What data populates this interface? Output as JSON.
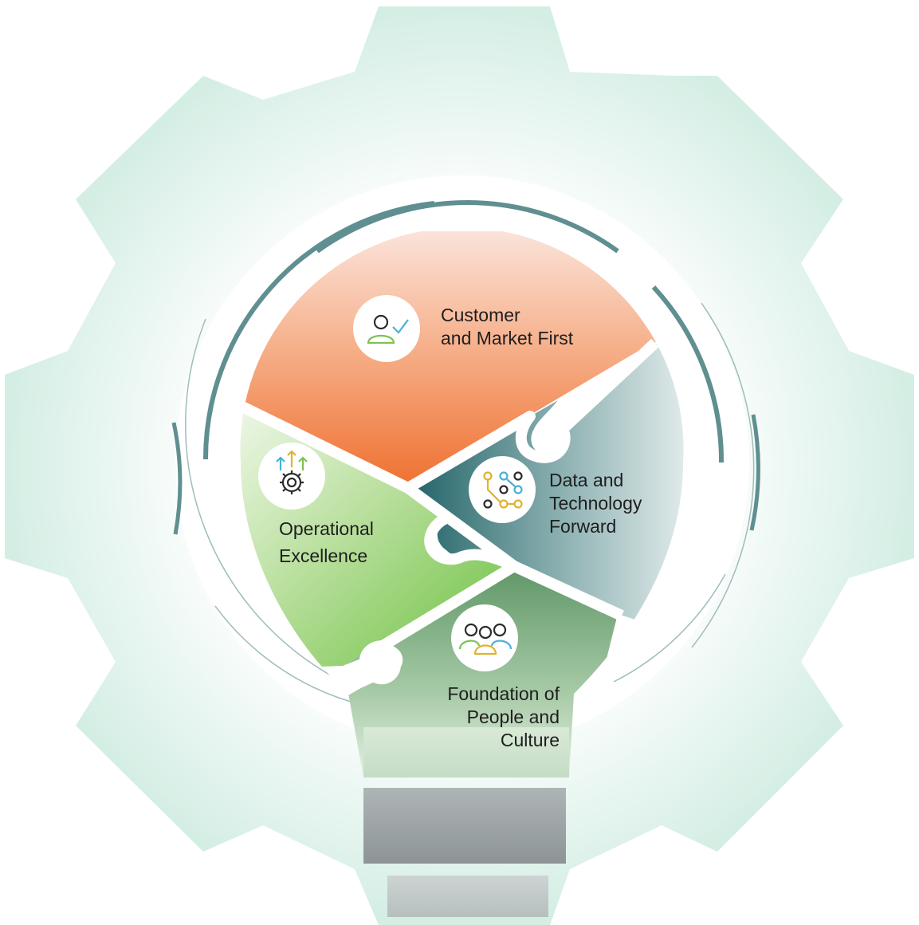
{
  "diagram": {
    "pillars": [
      {
        "id": "customer",
        "label": "Customer\nand Market First",
        "icon": "person-check-icon",
        "color": "#f07a3e"
      },
      {
        "id": "data",
        "label": "Data and\nTechnology\nForward",
        "icon": "network-nodes-icon",
        "color": "#3f7f83"
      },
      {
        "id": "operational",
        "label": "Operational\nExcellence",
        "icon": "gear-arrows-icon",
        "color": "#7cc254"
      },
      {
        "id": "people",
        "label": "Foundation of\nPeople and\nCulture",
        "icon": "people-group-icon",
        "color": "#6e9e74"
      }
    ],
    "colors": {
      "gear": "#d7efe6",
      "ring": "#5f8f90",
      "orange": "#f07a3e",
      "teal": "#2f6f73",
      "green": "#7cc254",
      "dark_green": "#6e9e74",
      "icon_yellow": "#e0b32a",
      "icon_blue": "#4ab0d8",
      "icon_green": "#7cc254"
    }
  }
}
